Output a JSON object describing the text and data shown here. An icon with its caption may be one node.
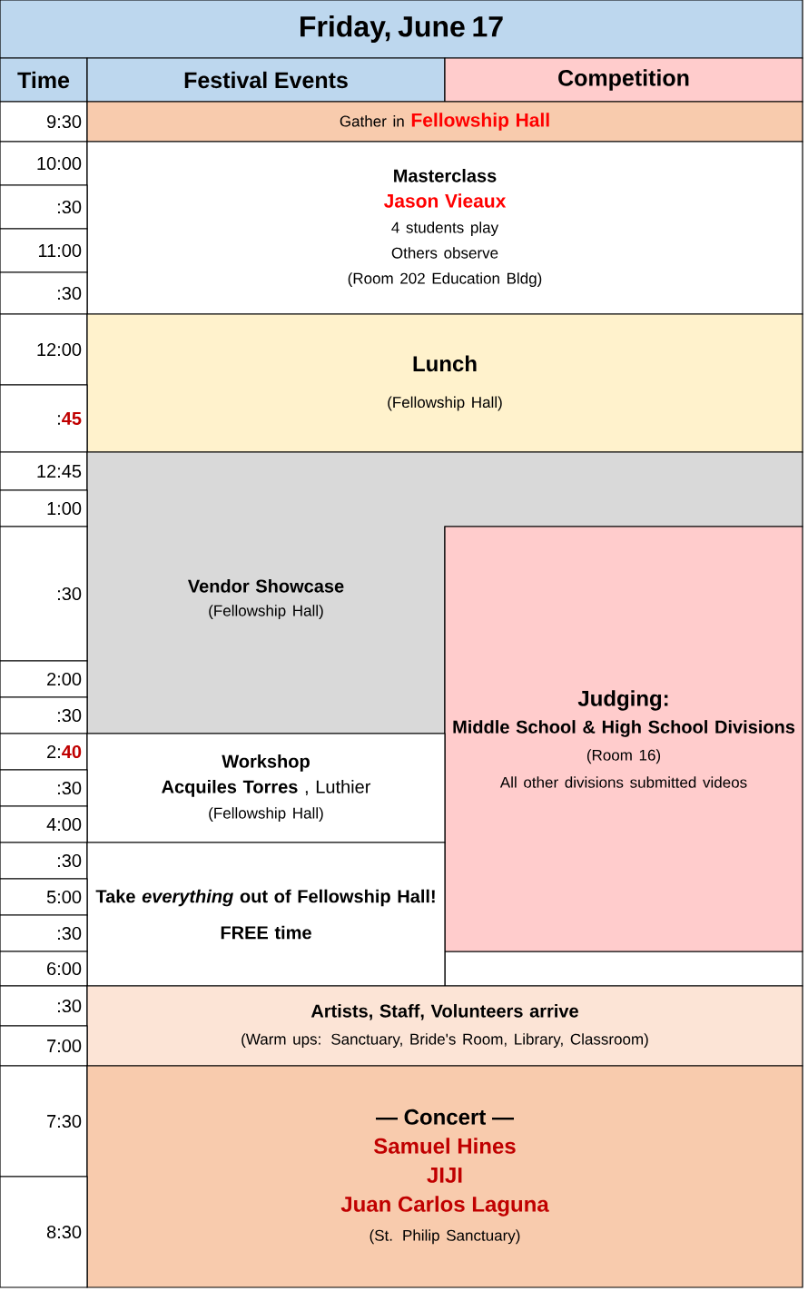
{
  "diagram": {
    "nodes": [
      {
        "text": [
          "Friday, June 17"
        ]
      },
      {
        "text": [
          "Time"
        ]
      },
      {
        "text": [
          "Festival Events"
        ]
      },
      {
        "text": [
          "Competition"
        ]
      },
      {
        "text": [
          "9:30"
        ]
      },
      {
        "text": [
          "Gather in",
          "Fellowship Hall"
        ]
      },
      {
        "text": [
          "10:00"
        ]
      },
      {
        "text": [
          "Masterclass",
          "Jason Vieaux",
          "4 students play",
          "Others observe",
          "(Room 202 Education Bldg)"
        ]
      },
      {
        "text": [
          ":30"
        ]
      },
      {
        "text": [
          "11:00"
        ]
      },
      {
        "text": [
          ":30"
        ]
      },
      {
        "text": [
          "12:00"
        ]
      },
      {
        "text": [
          "Lunch",
          "(Fellowship Hall)"
        ]
      },
      {
        "text": [
          ":",
          "45"
        ]
      },
      {
        "text": [
          "12:45"
        ]
      },
      {
        "text": [
          "Vendor Showcase",
          "(Fellowship Hall)"
        ]
      },
      {
        "text": [
          "1:00"
        ]
      },
      {
        "text": [
          ":30"
        ]
      },
      {
        "text": [
          "Judging:",
          "Middle School & High School Divisions",
          "(Room 16)",
          "All other divisions submitted videos"
        ]
      },
      {
        "text": [
          "2:00"
        ]
      },
      {
        "text": [
          ":30"
        ]
      },
      {
        "text": [
          "2:",
          "40"
        ]
      },
      {
        "text": [
          "Workshop",
          "**Acquiles Torres** , Luthier",
          "(Fellowship Hall)"
        ]
      },
      {
        "text": [
          ":30"
        ]
      },
      {
        "text": [
          "4:00"
        ]
      },
      {
        "text": [
          ":30"
        ]
      },
      {
        "text": [
          "Take *everything* out of Fellowship Hall!",
          "FREE time"
        ]
      },
      {
        "text": [
          "5:00"
        ]
      },
      {
        "text": [
          ":30"
        ]
      },
      {
        "text": [
          "6:00"
        ]
      },
      {
        "text": [
          ":30"
        ]
      },
      {
        "text": [
          "Artists, Staff, Volunteers arrive",
          "(Warm ups: Sanctuary, Bride's Room, Library, Classroom)"
        ]
      },
      {
        "text": [
          "7:00"
        ]
      },
      {
        "text": [
          "7:30"
        ]
      },
      {
        "text": [
          "— Concert —",
          "Samuel Hines",
          "JIJI",
          "Juan Carlos Laguna",
          "(St. Philip Sanctuary)"
        ]
      },
      {
        "text": [
          "8:30"
        ]
      }
    ]
  }
}
